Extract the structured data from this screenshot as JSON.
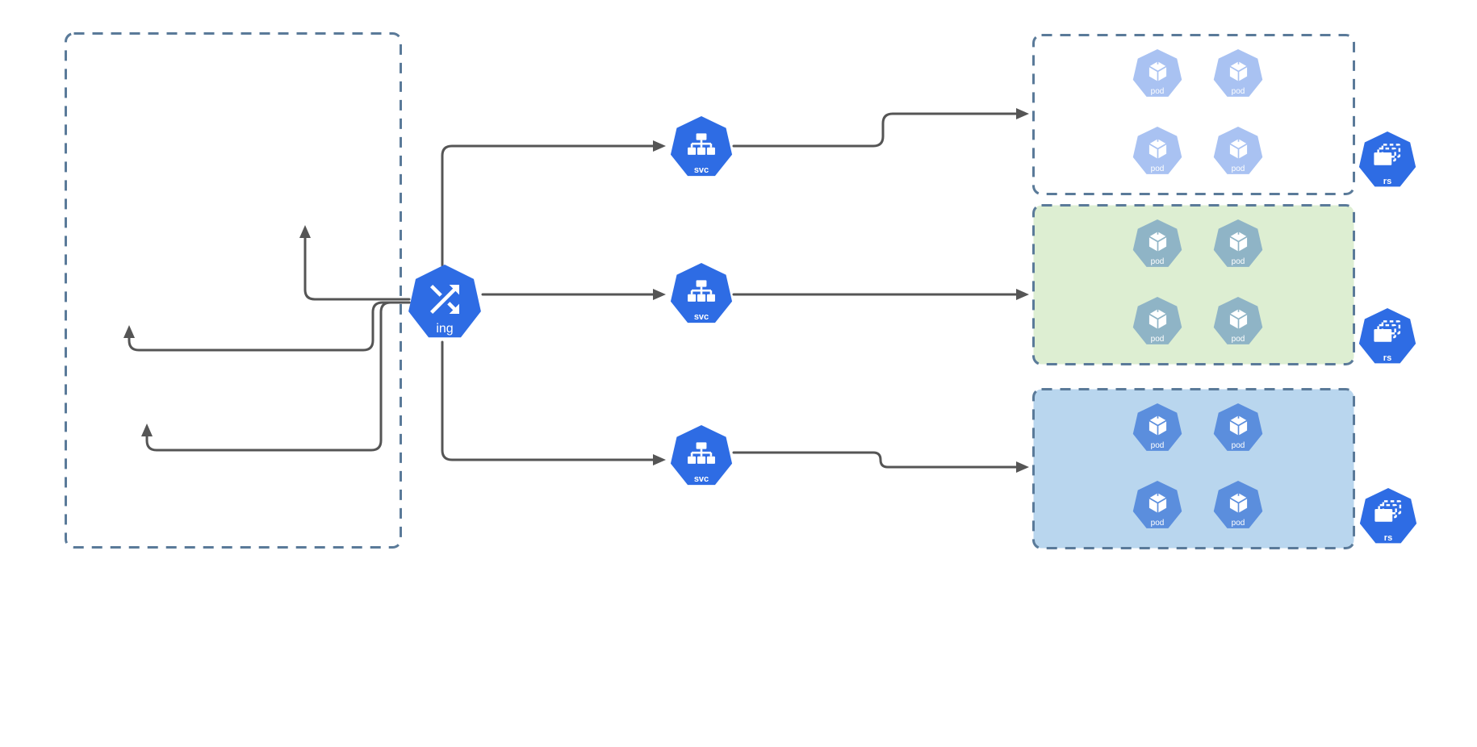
{
  "diagram": {
    "kind": "kubernetes-ingress-routing",
    "colors": {
      "kubernetes_blue": "#2e6ce4",
      "dashed_border": "#5a7a99",
      "connector": "#555555",
      "group_fills": [
        "#ffffff",
        "#ddeed2",
        "#b9d6ee"
      ],
      "pod_fills": [
        "#a9c2f2",
        "#8fb4c6",
        "#5b8edd"
      ]
    },
    "nodes": {
      "ingress": {
        "label": "ing",
        "type": "ingress"
      },
      "services": [
        {
          "label": "svc",
          "type": "service"
        },
        {
          "label": "svc",
          "type": "service"
        },
        {
          "label": "svc",
          "type": "service"
        }
      ],
      "groups": [
        {
          "fill": "#ffffff",
          "pod_fill": "#a9c2f2",
          "replicaset": {
            "label": "rs"
          },
          "pods": [
            {
              "label": "pod"
            },
            {
              "label": "pod"
            },
            {
              "label": "pod"
            },
            {
              "label": "pod"
            }
          ]
        },
        {
          "fill": "#ddeed2",
          "pod_fill": "#8fb4c6",
          "replicaset": {
            "label": "rs"
          },
          "pods": [
            {
              "label": "pod"
            },
            {
              "label": "pod"
            },
            {
              "label": "pod"
            },
            {
              "label": "pod"
            }
          ]
        },
        {
          "fill": "#b9d6ee",
          "pod_fill": "#5b8edd",
          "replicaset": {
            "label": "rs"
          },
          "pods": [
            {
              "label": "pod"
            },
            {
              "label": "pod"
            },
            {
              "label": "pod"
            },
            {
              "label": "pod"
            }
          ]
        }
      ]
    }
  }
}
